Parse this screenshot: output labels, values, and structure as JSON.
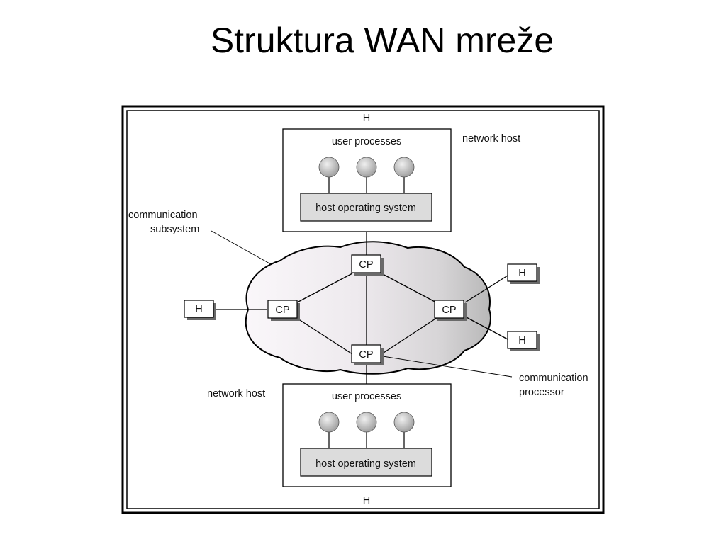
{
  "title": "Struktura WAN mreže",
  "diagram": {
    "top_h": "H",
    "bottom_h": "H",
    "top_host": {
      "user_processes": "user processes",
      "os": "host operating system",
      "label": "network host"
    },
    "bottom_host": {
      "user_processes": "user processes",
      "os": "host operating system",
      "label": "network host"
    },
    "comm_subsystem": [
      "communication",
      "subsystem"
    ],
    "comm_processor": [
      "communication",
      "processor"
    ],
    "cp_label": "CP",
    "h_label": "H",
    "colors": {
      "frame": "#000000",
      "os_box": "#dcdcdc",
      "cloud_light": "#f7f3f7",
      "cloud_dark": "#bdbdbd"
    }
  }
}
